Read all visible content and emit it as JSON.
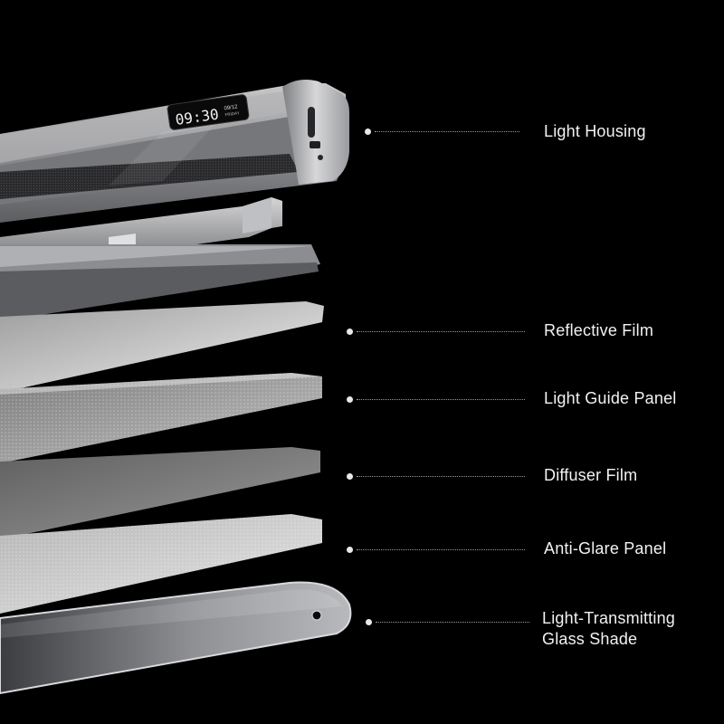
{
  "clock": {
    "time": "09:30",
    "date": "09/12",
    "day": "FRIDAY"
  },
  "layers": [
    {
      "id": "light-housing",
      "label": "Light Housing"
    },
    {
      "id": "reflective-film",
      "label": "Reflective Film"
    },
    {
      "id": "light-guide-panel",
      "label": "Light Guide Panel"
    },
    {
      "id": "diffuser-film",
      "label": "Diffuser Film"
    },
    {
      "id": "anti-glare-panel",
      "label": "Anti-Glare Panel"
    },
    {
      "id": "glass-shade",
      "label": "Light-Transmitting\nGlass Shade"
    }
  ]
}
